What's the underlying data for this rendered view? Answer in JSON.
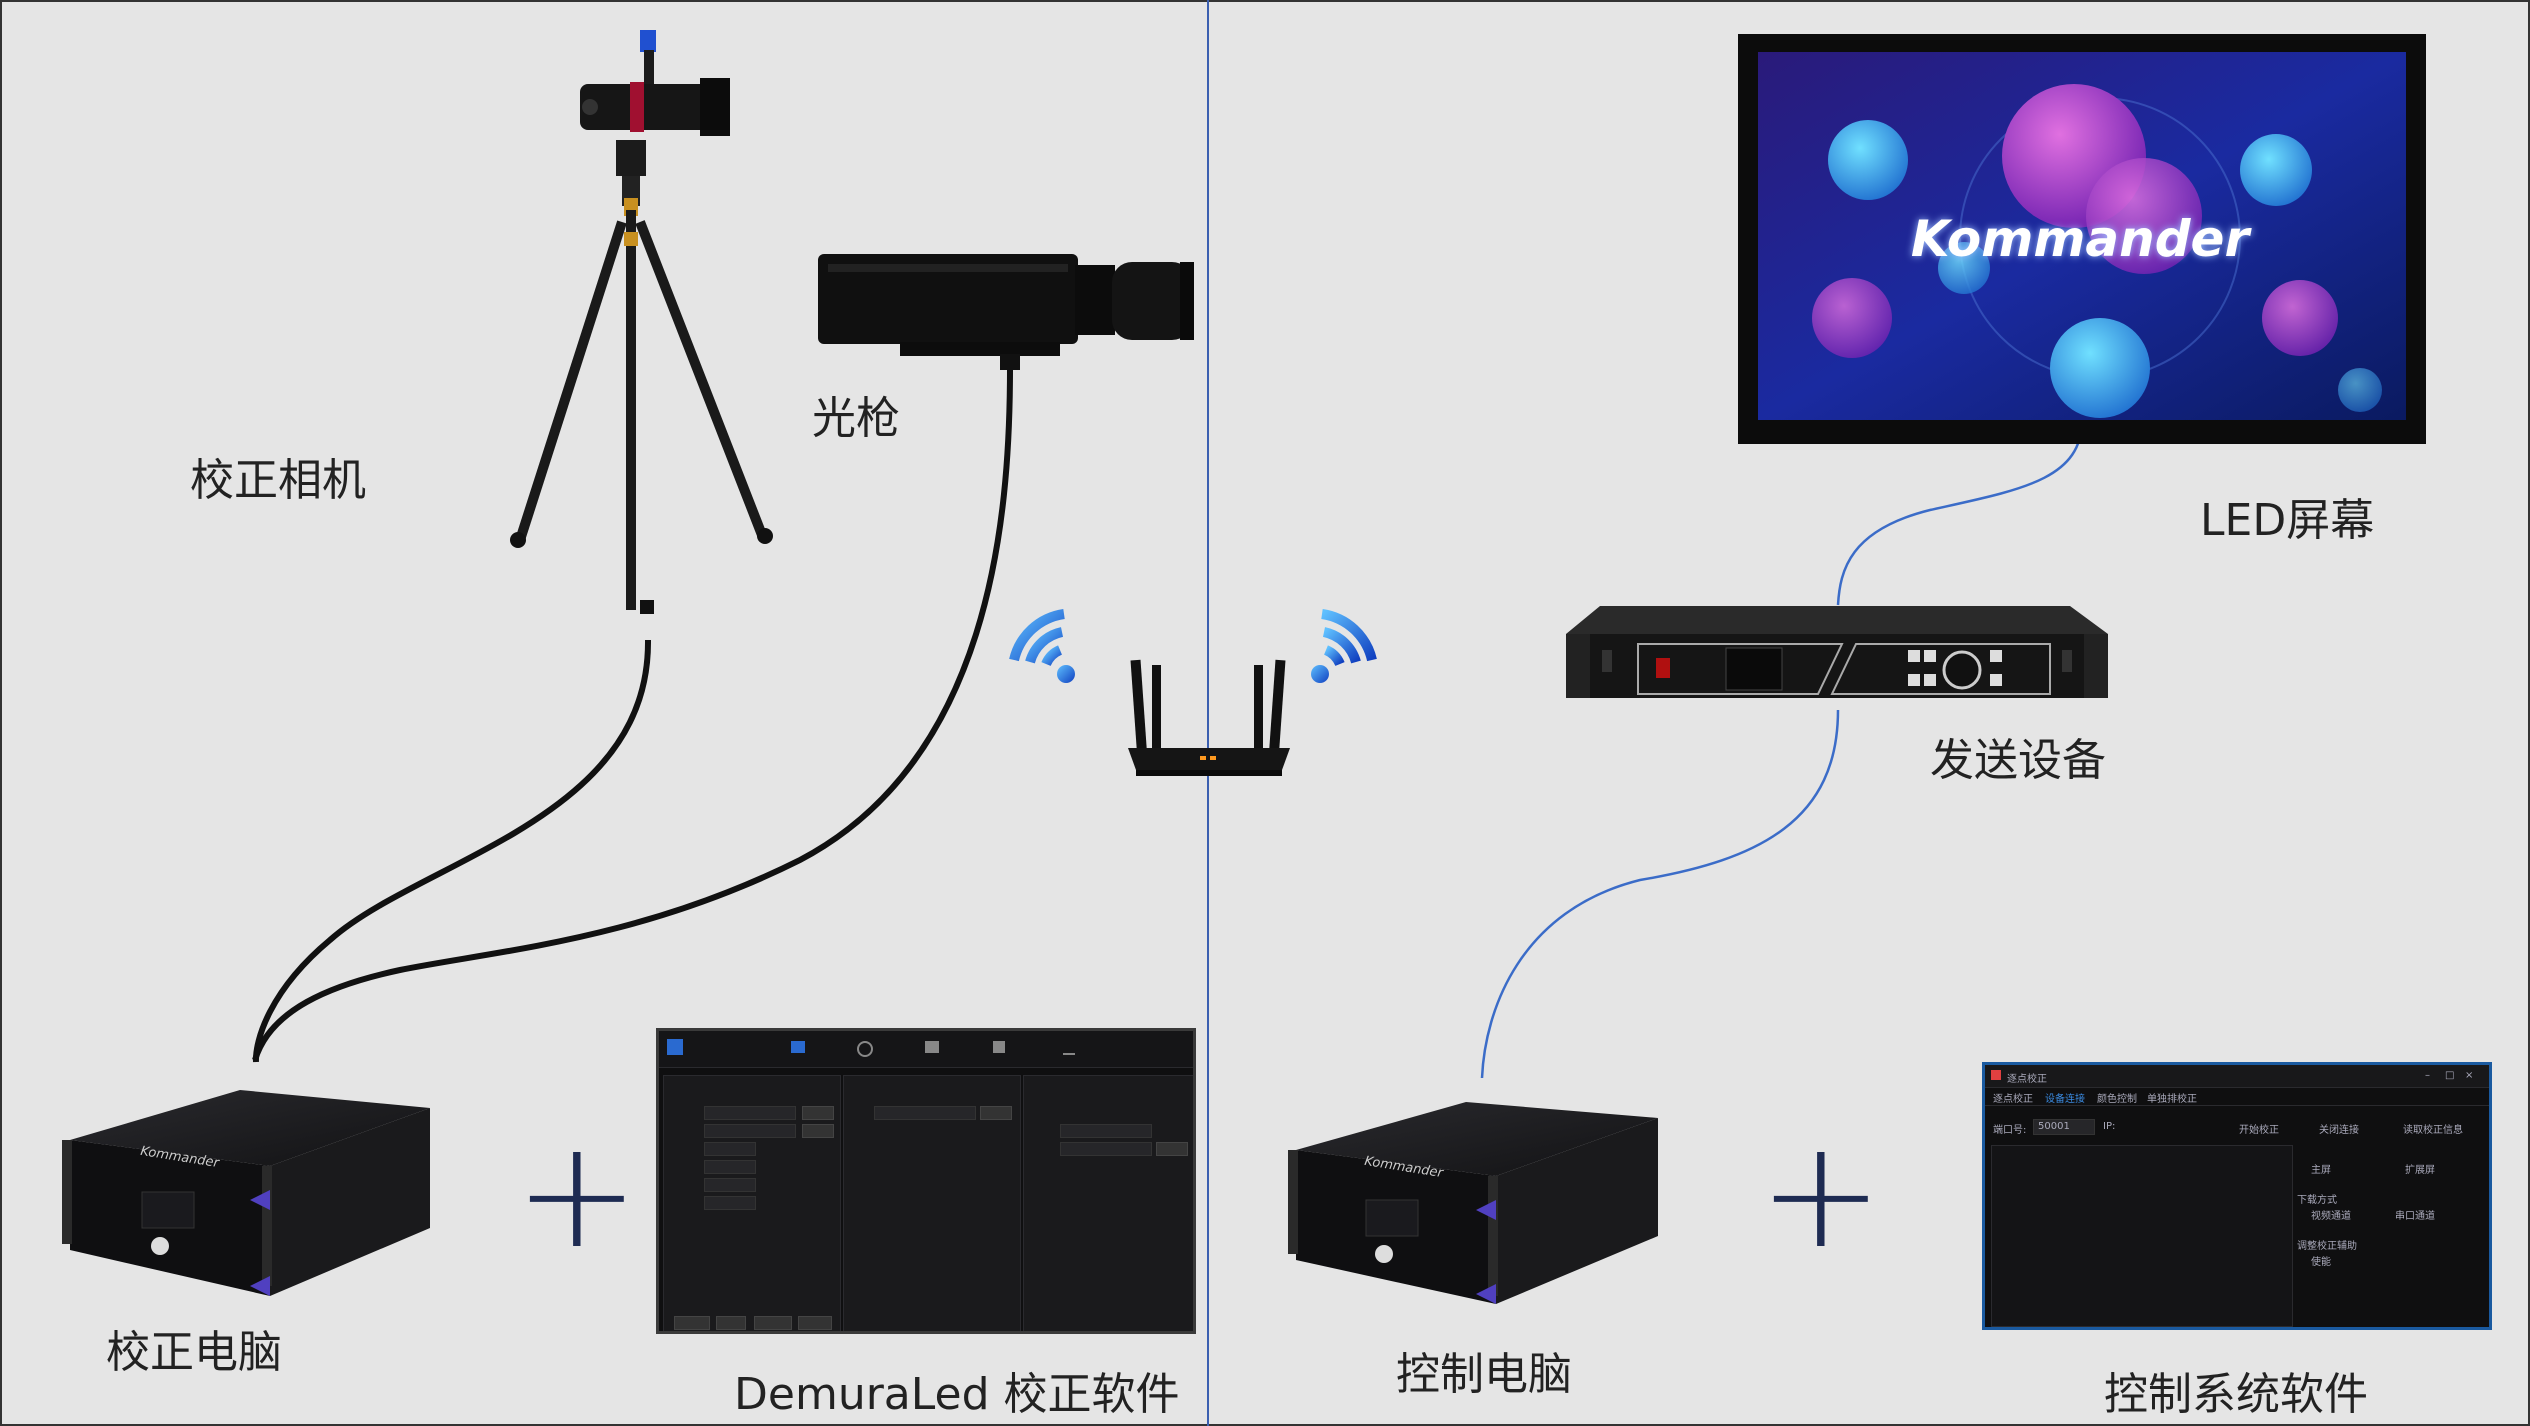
{
  "labels": {
    "calibration_camera": "校正相机",
    "light_gun": "光枪",
    "calibration_pc": "校正电脑",
    "demura_software": "DemuraLed 校正软件",
    "control_pc": "控制电脑",
    "control_software": "控制系统软件",
    "led_screen": "LED屏幕",
    "sending_device": "发送设备"
  },
  "screen_logo": "Kommander",
  "pc_brand": "Kommander",
  "control_software_window": {
    "title": "逐点校正",
    "tabs": [
      "逐点校正",
      "设备连接",
      "颜色控制",
      "单独排校正"
    ],
    "port_label": "端口号:",
    "port_value": "50001",
    "ip_label": "IP:",
    "buttons": [
      "开始校正",
      "关闭连接",
      "读取校正信息"
    ],
    "options": [
      "主屏",
      "扩展屏"
    ],
    "download_mode_label": "下载方式",
    "download_modes": [
      "视频通道",
      "串口通道"
    ],
    "assist_label": "调整校正辅助",
    "enable_label": "使能"
  },
  "colors": {
    "background": "#e5e5e5",
    "divider": "#3b5fb0",
    "cable_black": "#111111",
    "cable_blue": "#3b6cc8",
    "plus": "#1e2b52",
    "wifi_blue": "#1e7fe0"
  }
}
